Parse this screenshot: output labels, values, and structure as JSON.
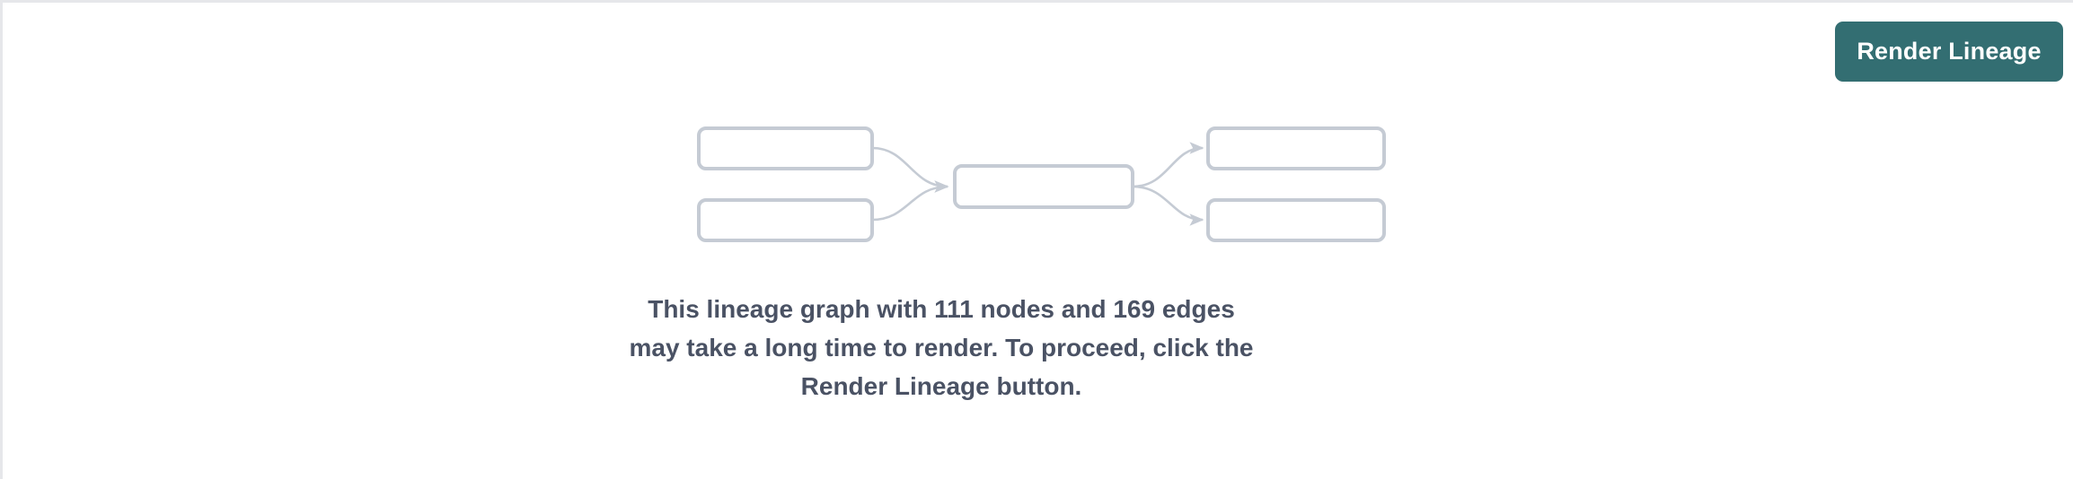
{
  "panel": {
    "background_color": "#ffffff",
    "border_color": "#e6e7ea"
  },
  "toolbar": {
    "render_lineage_label": "Render Lineage",
    "button_color": "#336e72",
    "button_text_color": "#ffffff"
  },
  "message": {
    "text": "This lineage graph with 111 nodes and 169 edges may take a long time to render. To proceed, click the Render Lineage button.",
    "node_count": "111",
    "edge_count": "169",
    "text_color": "#4a5264"
  },
  "graph_placeholder": {
    "node_stroke_color": "#c5cbd4",
    "node_fill_color": "#ffffff",
    "edge_color": "#c5cbd4",
    "node_count_shown": 5,
    "edge_count_shown": 4,
    "nodes": [
      {
        "id": "upstream-1",
        "label": "",
        "column": "left"
      },
      {
        "id": "upstream-2",
        "label": "",
        "column": "left"
      },
      {
        "id": "focus",
        "label": "",
        "column": "center"
      },
      {
        "id": "downstream-1",
        "label": "",
        "column": "right"
      },
      {
        "id": "downstream-2",
        "label": "",
        "column": "right"
      }
    ],
    "edges": [
      {
        "from": "upstream-1",
        "to": "focus"
      },
      {
        "from": "upstream-2",
        "to": "focus"
      },
      {
        "from": "focus",
        "to": "downstream-1"
      },
      {
        "from": "focus",
        "to": "downstream-2"
      }
    ]
  }
}
